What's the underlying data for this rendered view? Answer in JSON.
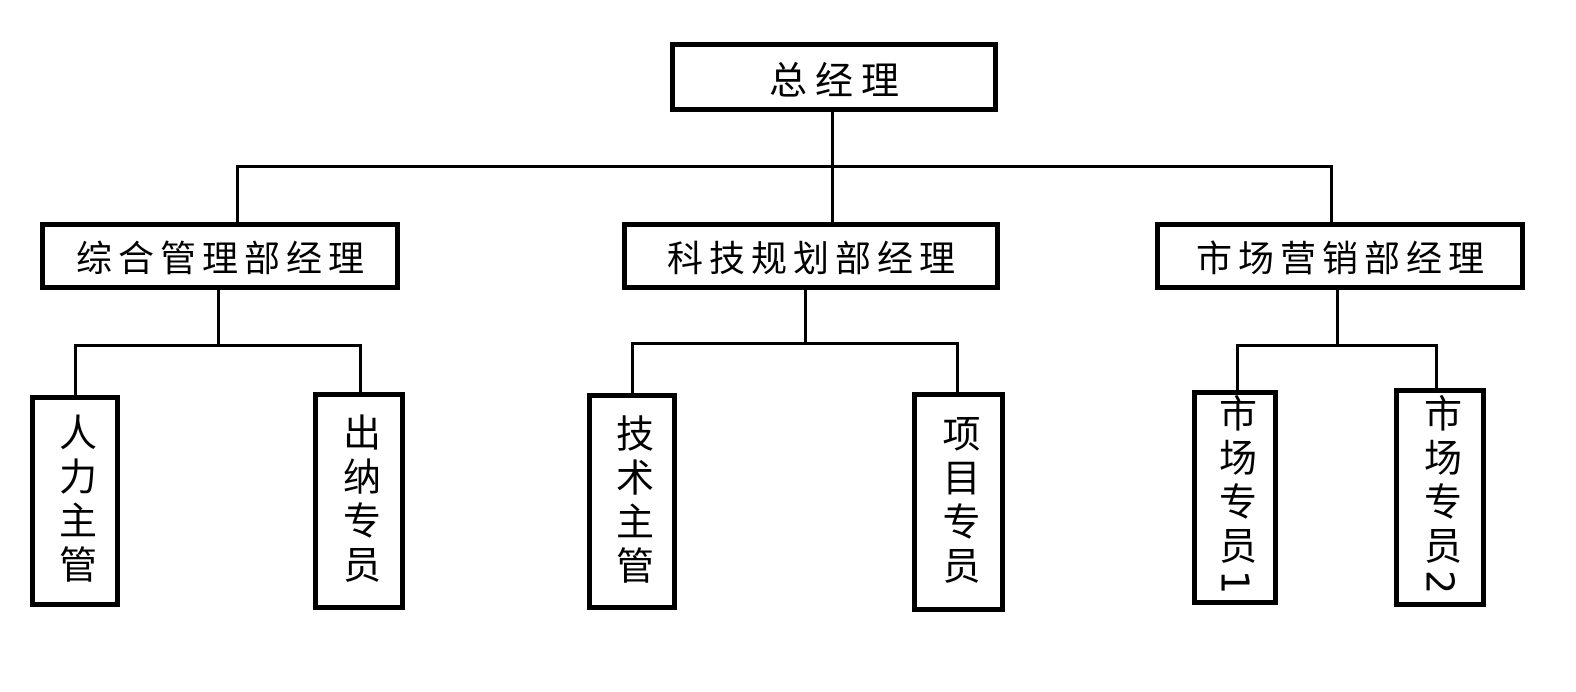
{
  "diagram": {
    "type": "org-chart",
    "root": {
      "label": "总经理"
    },
    "departments": [
      {
        "label": "综合管理部经理",
        "children": [
          {
            "label": "人力主管"
          },
          {
            "label": "出纳专员"
          }
        ]
      },
      {
        "label": "科技规划部经理",
        "children": [
          {
            "label": "技术主管"
          },
          {
            "label": "项目专员"
          }
        ]
      },
      {
        "label": "市场营销部经理",
        "children": [
          {
            "label": "市场专员1"
          },
          {
            "label": "市场专员2"
          }
        ]
      }
    ],
    "colors": {
      "border": "#000000",
      "line": "#000000",
      "background": "#ffffff",
      "text": "#000000"
    }
  }
}
